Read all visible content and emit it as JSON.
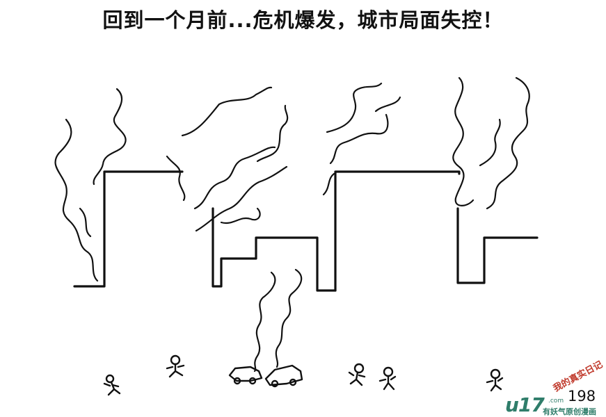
{
  "caption": "回到一个月前...危机爆发，城市局面失控！",
  "page_number": "198",
  "watermark": {
    "logo": "u17",
    "tld": ".com",
    "subtitle": "有妖气原创漫画",
    "stamp": "我的真实日记"
  },
  "colors": {
    "ink": "#111111",
    "paper": "#ffffff",
    "watermark_green": "#2f7d6a",
    "watermark_red": "#c0392b"
  }
}
